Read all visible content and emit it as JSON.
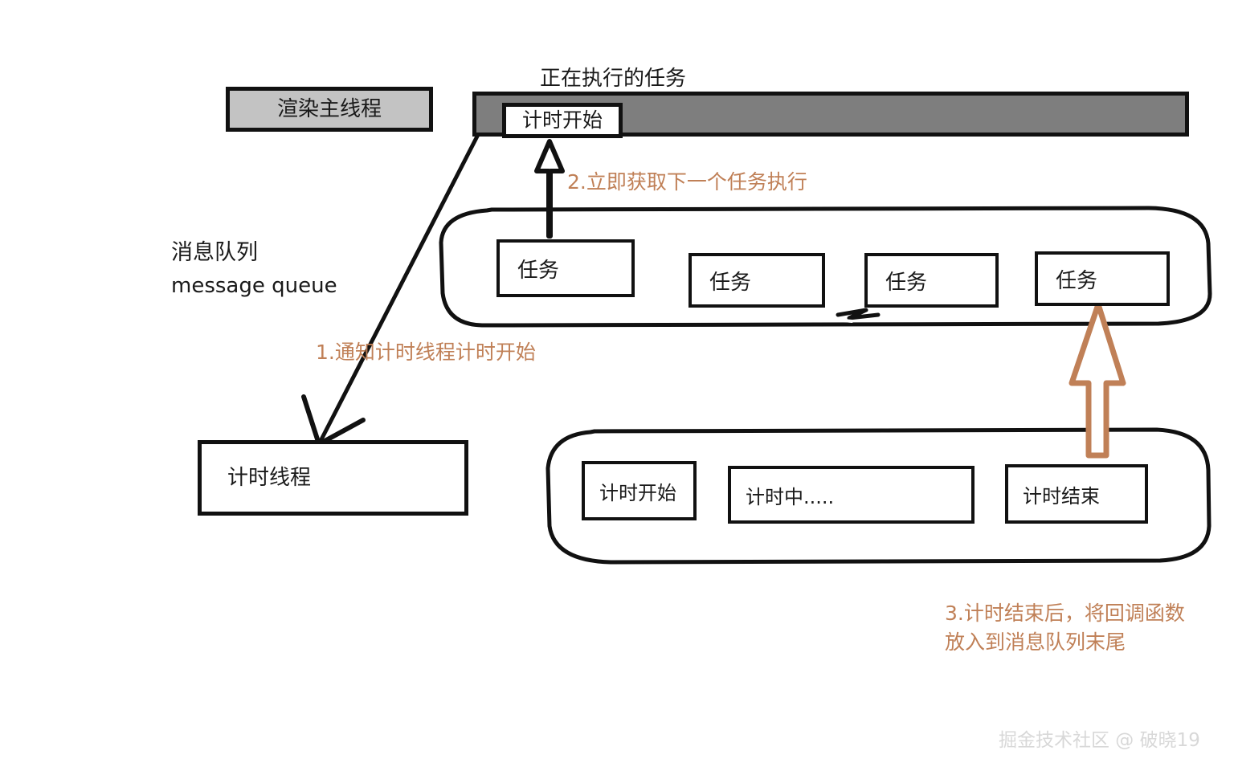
{
  "diagram": {
    "title_hidden": "",
    "render_thread": {
      "label": "渲染主线程"
    },
    "executing": {
      "caption": "正在执行的任务",
      "chip_label": "计时开始"
    },
    "message_queue": {
      "label_cn": "消息队列",
      "label_en": "message queue",
      "tasks": [
        {
          "label": "任务"
        },
        {
          "label": "任务"
        },
        {
          "label": "任务"
        },
        {
          "label": "任务"
        }
      ]
    },
    "timer_thread": {
      "label": "计时线程"
    },
    "timer_states": [
      {
        "label": "计时开始"
      },
      {
        "label": "计时中....."
      },
      {
        "label": "计时结束"
      }
    ],
    "annotations": [
      {
        "id": "1",
        "text": "1.通知计时线程计时开始"
      },
      {
        "id": "2",
        "text": "2.立即获取下一个任务执行"
      },
      {
        "id": "3",
        "text": "3.计时结束后，将回调函数放入到消息队列末尾"
      }
    ],
    "watermark": "掘金技术社区 @ 破晓19",
    "colors": {
      "annotation": "#c08057",
      "executing_bar": "#7e7e7e",
      "render_thread_fill": "#c3c3c3",
      "stroke": "#111111",
      "watermark": "#d8d8d8"
    }
  }
}
